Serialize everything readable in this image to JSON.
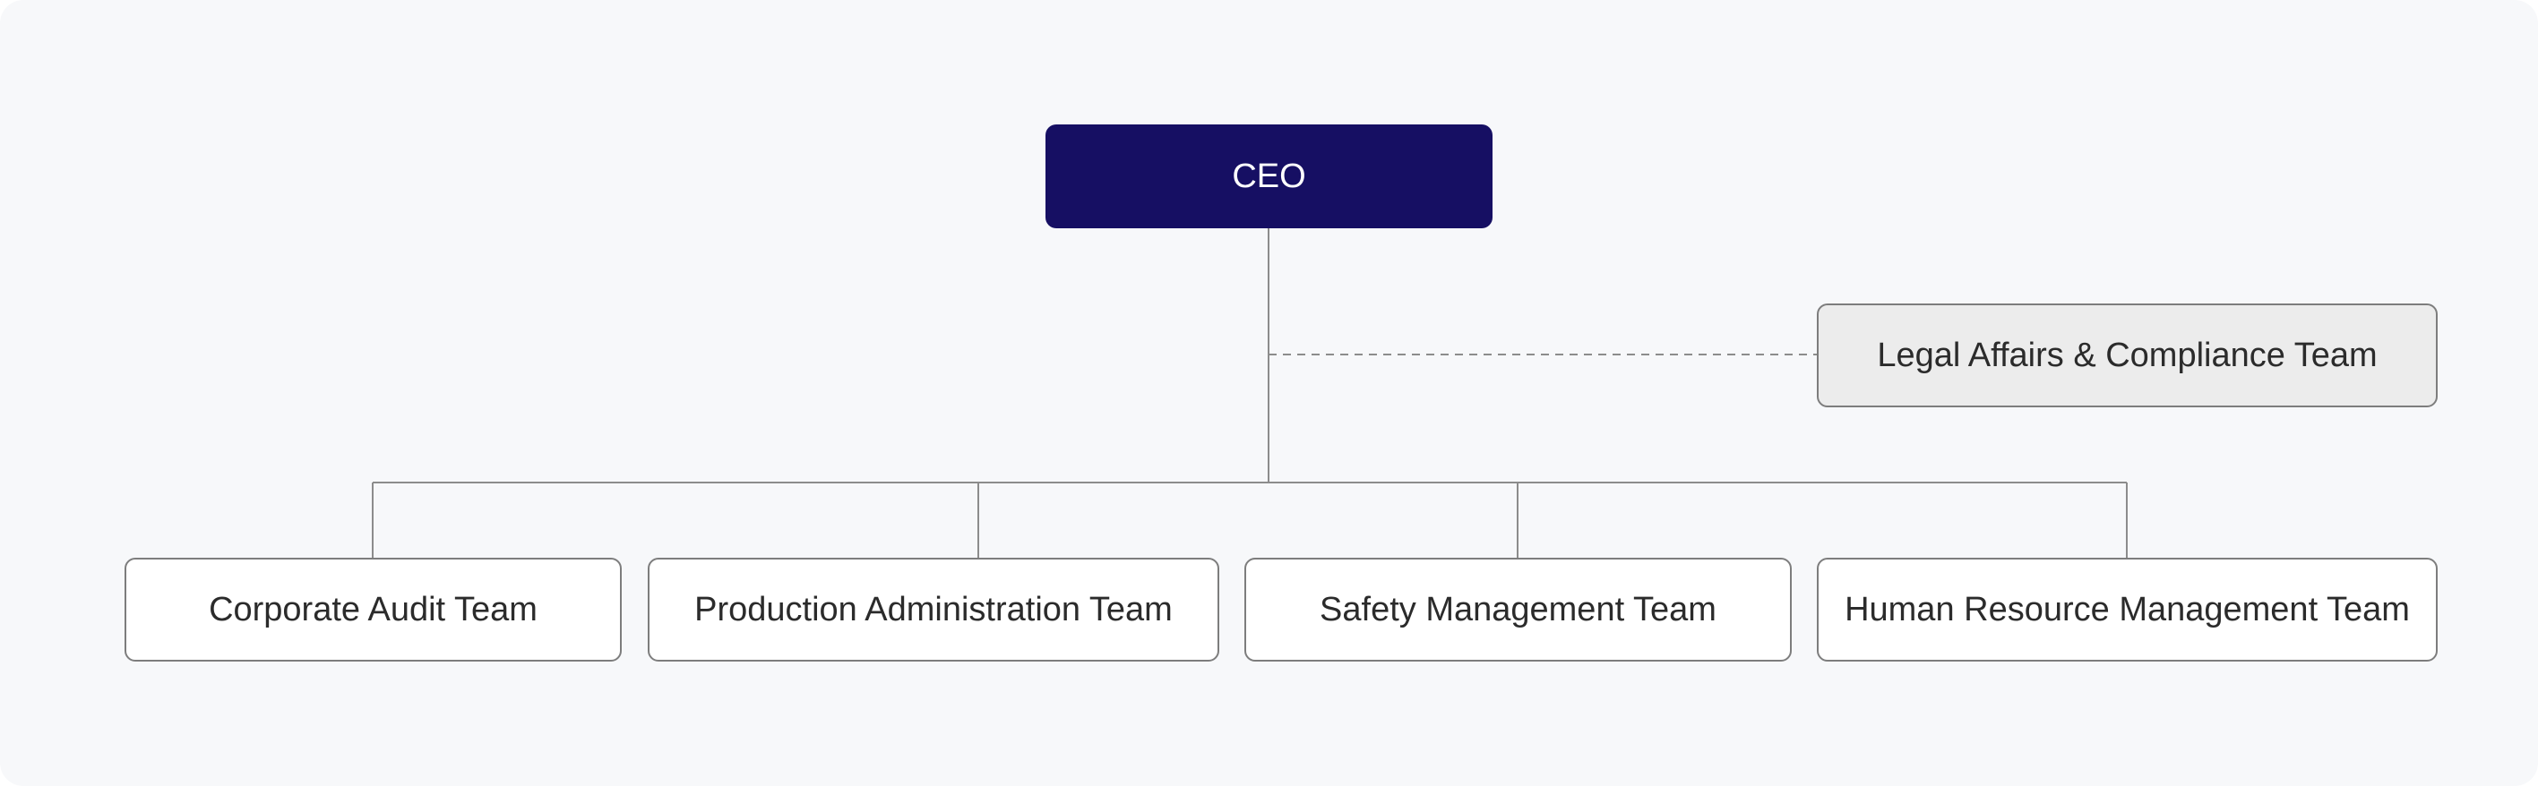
{
  "colors": {
    "background": "#f7f8fa",
    "root_fill": "#160f63",
    "root_text": "#ffffff",
    "team_fill": "#ffffff",
    "advisory_fill": "#ececec",
    "node_border": "#7d7d7d",
    "connector": "#8c8c8c",
    "text": "#2b2b2b"
  },
  "org": {
    "root": {
      "label": "CEO"
    },
    "advisory": {
      "label": "Legal Affairs & Compliance Team",
      "link_style": "dashed"
    },
    "teams": [
      {
        "label": "Corporate Audit Team"
      },
      {
        "label": "Production Administration Team"
      },
      {
        "label": "Safety Management Team"
      },
      {
        "label": "Human Resource Management Team"
      }
    ]
  }
}
